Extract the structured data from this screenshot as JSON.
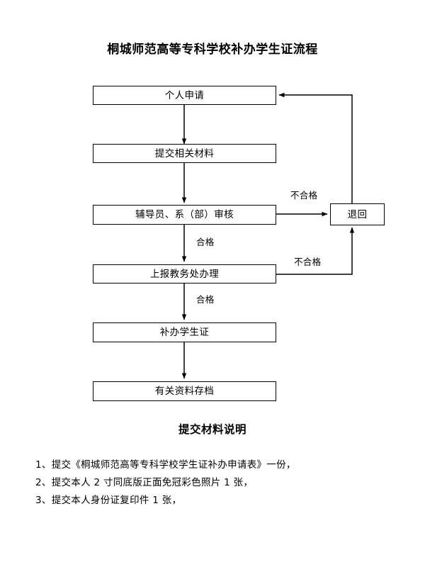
{
  "document": {
    "title": "桐城师范高等专科学校补办学生证流程",
    "page_bg": "#ffffff",
    "ink_color": "#000000"
  },
  "flowchart": {
    "type": "process-flow",
    "nodes": [
      {
        "id": "n1",
        "label": "个人申请"
      },
      {
        "id": "n2",
        "label": "提交相关材料"
      },
      {
        "id": "n3",
        "label": "辅导员、系（部）审核"
      },
      {
        "id": "n4",
        "label": "上报教务处办理"
      },
      {
        "id": "n5",
        "label": "补办学生证"
      },
      {
        "id": "n6",
        "label": "有关资料存档"
      },
      {
        "id": "n7",
        "label": "退回"
      }
    ],
    "edge_labels": [
      {
        "id": "e1",
        "label": "不合格"
      },
      {
        "id": "e2",
        "label": "合格"
      },
      {
        "id": "e3",
        "label": "不合格"
      },
      {
        "id": "e4",
        "label": "合格"
      }
    ]
  },
  "notes": {
    "heading": "提交材料说明",
    "items": [
      "1、提交《桐城师范高等专科学校学生证补办申请表》一份，",
      "2、提交本人 2 寸同底版正面免冠彩色照片 1 张，",
      "3、提交本人身份证复印件 1 张，"
    ]
  }
}
